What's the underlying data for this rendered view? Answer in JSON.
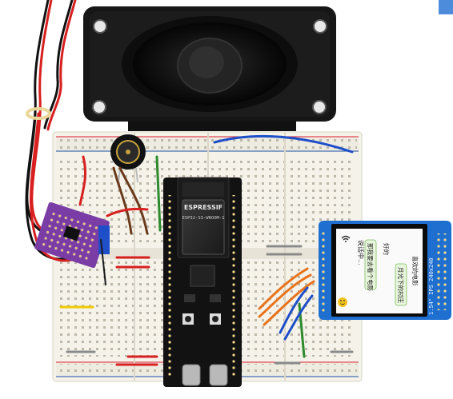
{
  "module": {
    "brand": "ESPRESSIF",
    "model": "ESP32-S3-WROOM-1"
  },
  "lcd": {
    "icon": "wifi-icon",
    "rows": [
      "说话中...",
      "那我要去看个电影",
      "好的",
      "月光下的村庄",
      "喜欢的电影"
    ]
  },
  "display_board": {
    "label": "1.54\" IPS 240x240"
  },
  "colors": {
    "breadboard": "#f4f2e9",
    "devkit": "#121212",
    "display_pcb": "#1f6fd1",
    "amp_pcb": "#7a3da6",
    "speaker": "#161616",
    "wire_red": "#d82020",
    "wire_blue": "#1e4fc8",
    "wire_orange": "#e8731c",
    "wire_brown": "#6b3a1a",
    "wire_green": "#2d8a2d",
    "wire_yellow": "#f0c800",
    "wire_gray": "#8a8a8a"
  }
}
